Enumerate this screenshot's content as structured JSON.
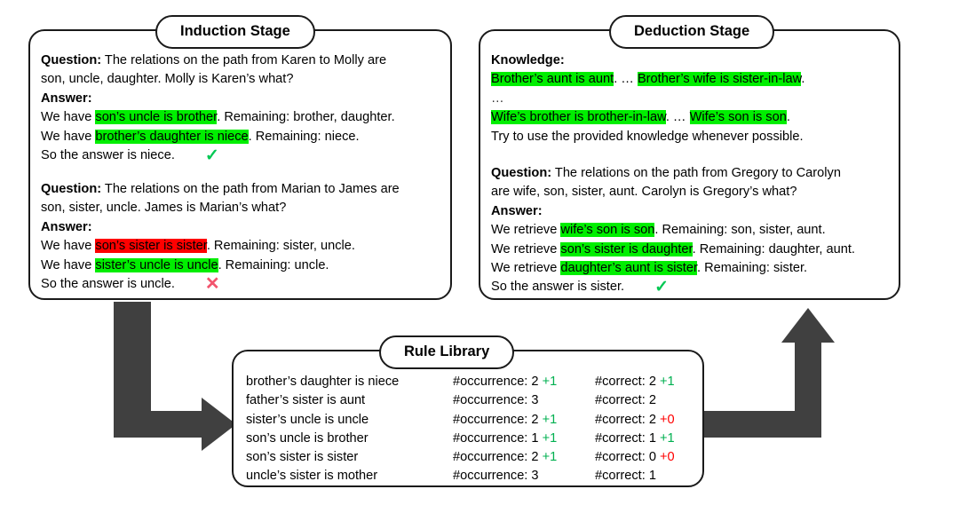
{
  "induction": {
    "title": "Induction Stage",
    "examples": [
      {
        "question_label": "Question:",
        "question_text": " The relations on the path from Karen to Molly are",
        "question_text2": "son, uncle, daughter. Molly is Karen’s what?",
        "answer_label": "Answer:",
        "steps": [
          {
            "prefix": "We have ",
            "rule": "son’s uncle is brother",
            "hl": "green",
            "suffix": ". Remaining: brother, daughter."
          },
          {
            "prefix": "We have ",
            "rule": "brother’s daughter is niece",
            "hl": "green",
            "suffix": ". Remaining: niece."
          }
        ],
        "conclusion": "So the answer is niece.",
        "verdict": "correct",
        "verdict_glyph": "✓"
      },
      {
        "question_label": "Question:",
        "question_text": " The relations on the path from Marian to James are",
        "question_text2": "son, sister, uncle. James is Marian’s what?",
        "answer_label": "Answer:",
        "steps": [
          {
            "prefix": "We have ",
            "rule": "son’s sister is sister",
            "hl": "red",
            "suffix": ". Remaining: sister, uncle."
          },
          {
            "prefix": "We have ",
            "rule": "sister’s uncle is uncle",
            "hl": "green",
            "suffix": ". Remaining: uncle."
          }
        ],
        "conclusion": "So the answer is uncle.",
        "verdict": "wrong",
        "verdict_glyph": "✕"
      }
    ]
  },
  "deduction": {
    "title": "Deduction Stage",
    "knowledge_label": "Knowledge:",
    "knowledge_lines": [
      {
        "a": "Brother’s aunt is aunt",
        "sep": ". … ",
        "b": "Brother’s wife is sister-in-law",
        "end": "."
      },
      {
        "plain": "…"
      },
      {
        "a": "Wife’s brother is brother-in-law",
        "sep": ". … ",
        "b": "Wife’s son is son",
        "end": "."
      }
    ],
    "knowledge_hint": "Try to use the provided knowledge whenever possible.",
    "question_label": "Question:",
    "question_text": " The relations on the path from Gregory to Carolyn",
    "question_text2": "are wife, son, sister, aunt. Carolyn is Gregory’s what?",
    "answer_label": "Answer:",
    "steps": [
      {
        "prefix": "We retrieve ",
        "rule": "wife’s son is son",
        "hl": "green",
        "suffix": ". Remaining: son, sister, aunt."
      },
      {
        "prefix": "We retrieve ",
        "rule": "son’s sister is daughter",
        "hl": "green",
        "suffix": ". Remaining: daughter, aunt."
      },
      {
        "prefix": "We retrieve ",
        "rule": "daughter’s aunt is sister",
        "hl": "green",
        "suffix": ". Remaining: sister."
      }
    ],
    "conclusion": "So the answer is sister.",
    "verdict": "correct",
    "verdict_glyph": "✓"
  },
  "rule_library": {
    "title": "Rule Library",
    "rows": [
      {
        "rule": "brother’s daughter is niece",
        "occurrence": "#occurrence: 2",
        "occurrence_delta": "+1",
        "occurrence_delta_kind": "pos",
        "correct": "#correct: 2",
        "correct_delta": "+1",
        "correct_delta_kind": "pos"
      },
      {
        "rule": "father’s sister is aunt",
        "occurrence": "#occurrence: 3",
        "occurrence_delta": "",
        "occurrence_delta_kind": "none",
        "correct": "#correct: 2",
        "correct_delta": "",
        "correct_delta_kind": "none"
      },
      {
        "rule": "sister’s uncle is uncle",
        "occurrence": "#occurrence: 2",
        "occurrence_delta": "+1",
        "occurrence_delta_kind": "pos",
        "correct": "#correct: 2",
        "correct_delta": "+0",
        "correct_delta_kind": "zero"
      },
      {
        "rule": "son’s uncle is brother",
        "occurrence": "#occurrence: 1",
        "occurrence_delta": "+1",
        "occurrence_delta_kind": "pos",
        "correct": "#correct: 1",
        "correct_delta": "+1",
        "correct_delta_kind": "pos"
      },
      {
        "rule": "son’s sister is sister",
        "occurrence": "#occurrence: 2",
        "occurrence_delta": "+1",
        "occurrence_delta_kind": "pos",
        "correct": "#correct: 0",
        "correct_delta": "+0",
        "correct_delta_kind": "zero"
      },
      {
        "rule": "uncle’s sister is mother",
        "occurrence": "#occurrence: 3",
        "occurrence_delta": "",
        "occurrence_delta_kind": "none",
        "correct": "#correct: 1",
        "correct_delta": "",
        "correct_delta_kind": "none"
      }
    ]
  },
  "colors": {
    "highlight_green": "#00ee00",
    "highlight_red": "#ff0000",
    "tick_green": "#00c853",
    "cross_pink": "#f2556e",
    "delta_green": "#00b050",
    "delta_red": "#ff0000",
    "arrow_gray": "#404040",
    "border_black": "#1a1a1a"
  },
  "arrows": {
    "induction_to_rulelib": "arrow-elbow-down-right",
    "rulelib_to_deduction": "arrow-elbow-right-up"
  }
}
